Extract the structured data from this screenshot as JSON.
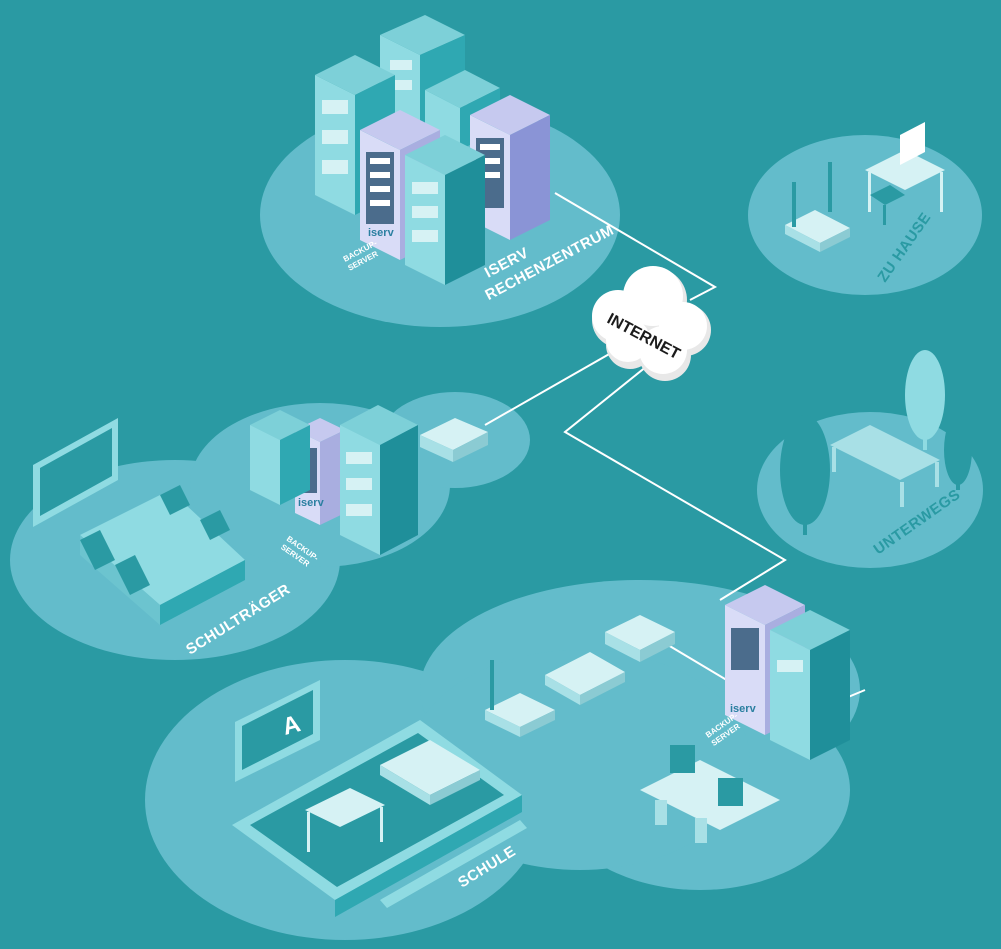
{
  "colors": {
    "background": "#2a9aa3",
    "platform": "#63bccb",
    "rack_teal": "#2fa8b2",
    "rack_lilac": "#a9aee0",
    "link": "#ffffff"
  },
  "internet": {
    "label": "INTERNET",
    "icon": "cloud-icon"
  },
  "datacenter": {
    "label_line1": "ISERV",
    "label_line2": "RECHENZENTRUM",
    "backup_line1": "BACKUP-",
    "backup_line2": "SERVER",
    "brand": "iserv"
  },
  "home": {
    "label": "ZU HAUSE"
  },
  "onthego": {
    "label": "UNTERWEGS"
  },
  "authority": {
    "label": "SCHULTRÄGER",
    "backup_line1": "BACKUP-",
    "backup_line2": "SERVER",
    "brand": "iserv"
  },
  "school": {
    "label": "SCHULE",
    "backup_line1": "BACKUP-",
    "backup_line2": "SERVER",
    "brand": "iserv",
    "screen_letter": "A"
  }
}
